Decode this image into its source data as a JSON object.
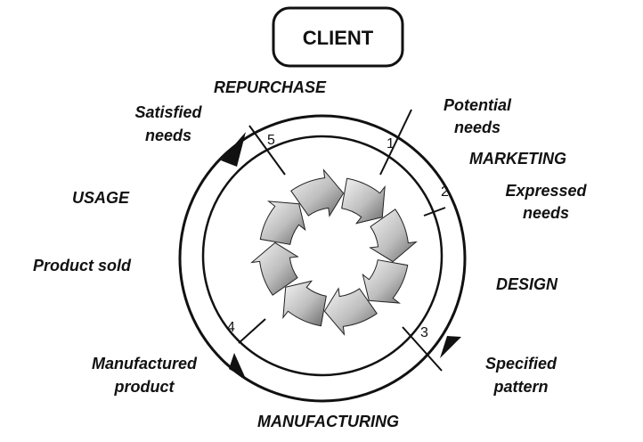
{
  "client": "CLIENT",
  "phases": {
    "repurchase": "REPURCHASE",
    "marketing": "MARKETING",
    "design": "DESIGN",
    "manufacturing": "MANUFACTURING",
    "usage": "USAGE"
  },
  "states": {
    "potential_needs": [
      "Potential",
      "needs"
    ],
    "expressed_needs": [
      "Expressed",
      "needs"
    ],
    "specified_pattern": [
      "Specified",
      "pattern"
    ],
    "manufactured_product": [
      "Manufactured",
      "product"
    ],
    "product_sold": "Product sold",
    "satisfied_needs": [
      "Satisfied",
      "needs"
    ]
  },
  "steps": [
    "1",
    "2",
    "3",
    "4",
    "5"
  ],
  "colors": {
    "stroke": "#111111",
    "arrow_light": "#f2f2f2",
    "arrow_dark": "#707070"
  }
}
